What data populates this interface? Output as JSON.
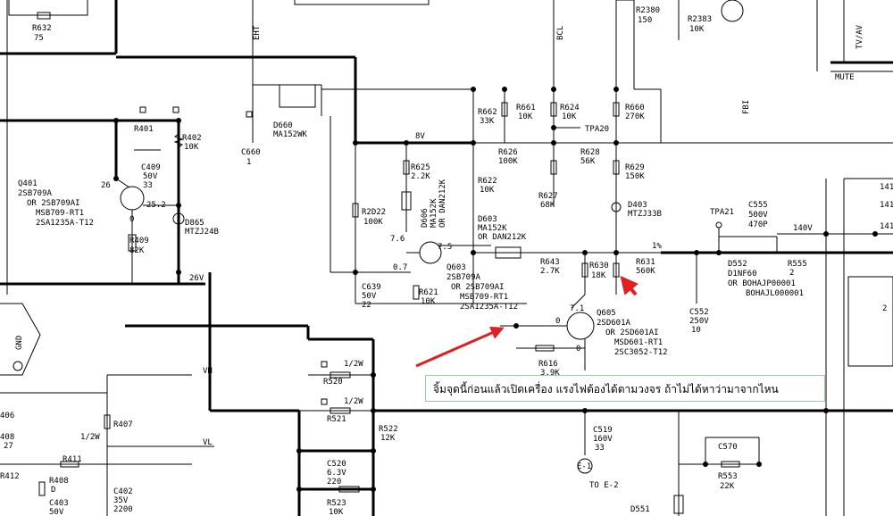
{
  "annotation": "จิ้มจุดนี้ก่อนแล้วเปิดเครื่อง แรงไฟต้องได้ตามวงจร ถ้าไม่ได้หาว่ามาจากไหน",
  "labels": {
    "r632": "R632",
    "r632v": "75",
    "r401": "R401",
    "r402": "R402",
    "r402v": "10K",
    "c409": "C409",
    "c409v": "50V",
    "c409c": "33",
    "q401": "Q401",
    "q401a": "2SB709A",
    "q401b": "OR 2SB709AI",
    "q401c": "MSB709-RT1",
    "q401d": "2SA1235A-T12",
    "v26": "26",
    "v252": "25.2",
    "v0": "0",
    "d865": "D865",
    "d865v": "MTZJ24B",
    "r409": "R409",
    "r409v": "82K",
    "v26v": "26V",
    "ehp": "EHT",
    "d660": "D660",
    "d660v": "MA152WK",
    "c660": "C660",
    "c660v": "1",
    "v8": "8V",
    "r625": "R625",
    "r625v": "2.2K",
    "d606": "D606",
    "d606a": "MA152K",
    "d606b": "OR DAN212K",
    "r2022": "R2D22",
    "r2022v": "100K",
    "v76": "7.6",
    "v75": "7.5",
    "v07": "0.7",
    "c639": "C639",
    "c639v": "50V",
    "c639c": "22",
    "r621": "R621",
    "r621v": "10K",
    "q603": "Q603",
    "q603a": "2SB709A",
    "q603b": "OR 2SB709AI",
    "q603c": "MSB709-RT1",
    "q603d": "2SA1235A-T12",
    "r662": "R662",
    "r662v": "33K",
    "r661": "R661",
    "r661v": "10K",
    "r624": "R624",
    "r624v": "10K",
    "tpa20": "TPA20",
    "r660": "R660",
    "r660v": "270K",
    "r626": "R626",
    "r626v": "100K",
    "r628": "R628",
    "r628v": "56K",
    "r629": "R629",
    "r629v": "150K",
    "r622": "R622",
    "r622v": "10K",
    "r627": "R627",
    "r627v": "68K",
    "d403": "D403",
    "d403v": "MTZJ33B",
    "d603": "D603",
    "d603a": "MA152K",
    "d603b": "OR DAN212K",
    "r643": "R643",
    "r643v": "2.7K",
    "r630": "R630",
    "r630v": "18K",
    "r631": "R631",
    "r631v": "560K",
    "q605": "Q605",
    "q605a": "2SD601A",
    "q605b": "OR 2SD601AI",
    "q605c": "MSD601-RT1",
    "q605d": "2SC3052-T12",
    "v71": "7.1",
    "r616": "R616",
    "r616v": "3.9K",
    "bcl": "BCL",
    "fbi": "FBI",
    "r2380": "R2380",
    "r2380v": "150",
    "r2383": "R2383",
    "r2383v": "10K",
    "tvav": "TV/AV",
    "mute": "MUTE",
    "tpa21": "TPA21",
    "c555": "C555",
    "c555v": "500V",
    "c555c": "470P",
    "v140": "140V",
    "d552": "D552",
    "d552a": "D1NF60",
    "d552b": "OR BOHAJP00001",
    "d552c": "BOHAJL000001",
    "r555": "R555",
    "r555v": "2",
    "pct1": "1%",
    "c552": "C552",
    "c552v": "250V",
    "c552c": "10",
    "gnd": "GND",
    "vh": "VH",
    "vl": "VL",
    "r406": "406",
    "r408": "408",
    "r408v": "27",
    "r407": "R407",
    "half": "1/2W",
    "r411": "R411",
    "r412": "R412",
    "r408b": "R408",
    "r408bv": "D",
    "c403": "C403",
    "c403v": "50V",
    "c402": "C402",
    "c402v": "35V",
    "c402c": "2200",
    "r520": "R520",
    "r520w": "1/2W",
    "r521": "R521",
    "r521w": "1/2W",
    "r522": "R522",
    "r522v": "12K",
    "c520": "C520",
    "c520v": "6.3V",
    "c520c": "220",
    "r523": "R523",
    "r523v": "10K",
    "c519": "C519",
    "c519v": "160V",
    "c519c": "33",
    "e1": "E-1",
    "toe2": "TO E-2",
    "c570": "C570",
    "r553": "R553",
    "r553v": "22K",
    "d551": "D551",
    "n141a": "141",
    "n141b": "141",
    "n141c": "141",
    "n2": "2"
  }
}
